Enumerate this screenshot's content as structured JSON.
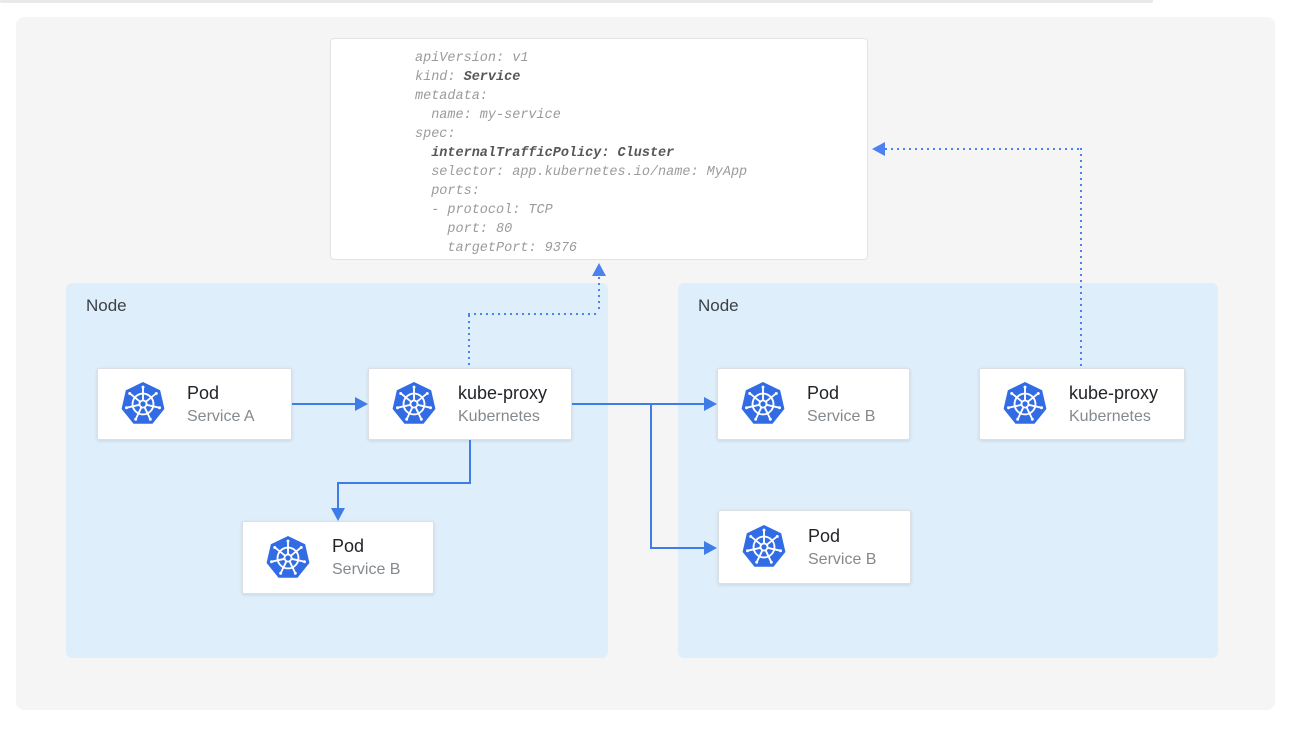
{
  "colors": {
    "k8s_blue": "#326ce5",
    "node_bg": "#dfeefb",
    "panel_bg": "#f5f5f6",
    "solid_arrow": "#3e7de8",
    "dotted_arrow": "#4b82ef",
    "card_title": "#212428",
    "card_subtitle": "#84898e",
    "code_text": "#9b9b9d",
    "code_bold": "#57575a"
  },
  "nodes": [
    {
      "label": "Node"
    },
    {
      "label": "Node"
    }
  ],
  "cards": [
    {
      "id": "card-pod-service-a",
      "node": 0,
      "icon": "kubernetes-icon",
      "title": "Pod",
      "subtitle": "Service A"
    },
    {
      "id": "card-kube-proxy-left",
      "node": 0,
      "icon": "kubernetes-icon",
      "title": "kube-proxy",
      "subtitle": "Kubernetes"
    },
    {
      "id": "card-pod-service-b-bottom-left",
      "node": 0,
      "icon": "kubernetes-icon",
      "title": "Pod",
      "subtitle": "Service B"
    },
    {
      "id": "card-pod-service-b-right-top",
      "node": 1,
      "icon": "kubernetes-icon",
      "title": "Pod",
      "subtitle": "Service B"
    },
    {
      "id": "card-pod-service-b-right-bottom",
      "node": 1,
      "icon": "kubernetes-icon",
      "title": "Pod",
      "subtitle": "Service B"
    },
    {
      "id": "card-kube-proxy-right",
      "node": 1,
      "icon": "kubernetes-icon",
      "title": "kube-proxy",
      "subtitle": "Kubernetes"
    }
  ],
  "code_panel": {
    "lines": [
      {
        "parts": [
          {
            "t": "apiVersion: v1",
            "b": false
          }
        ]
      },
      {
        "parts": [
          {
            "t": "kind: ",
            "b": false
          },
          {
            "t": "Service",
            "b": true
          }
        ]
      },
      {
        "parts": [
          {
            "t": "metadata:",
            "b": false
          }
        ]
      },
      {
        "parts": [
          {
            "t": "  name: my-service",
            "b": false
          }
        ]
      },
      {
        "parts": [
          {
            "t": "spec:",
            "b": false
          }
        ]
      },
      {
        "parts": [
          {
            "t": "  ",
            "b": false
          },
          {
            "t": "internalTrafficPolicy: Cluster",
            "b": true
          }
        ]
      },
      {
        "parts": [
          {
            "t": "  selector: app.kubernetes.io/name: MyApp",
            "b": false
          }
        ]
      },
      {
        "parts": [
          {
            "t": "  ports:",
            "b": false
          }
        ]
      },
      {
        "parts": [
          {
            "t": "  - protocol: TCP",
            "b": false
          }
        ]
      },
      {
        "parts": [
          {
            "t": "    port: 80",
            "b": false
          }
        ]
      },
      {
        "parts": [
          {
            "t": "    targetPort: 9376",
            "b": false
          }
        ]
      }
    ]
  }
}
